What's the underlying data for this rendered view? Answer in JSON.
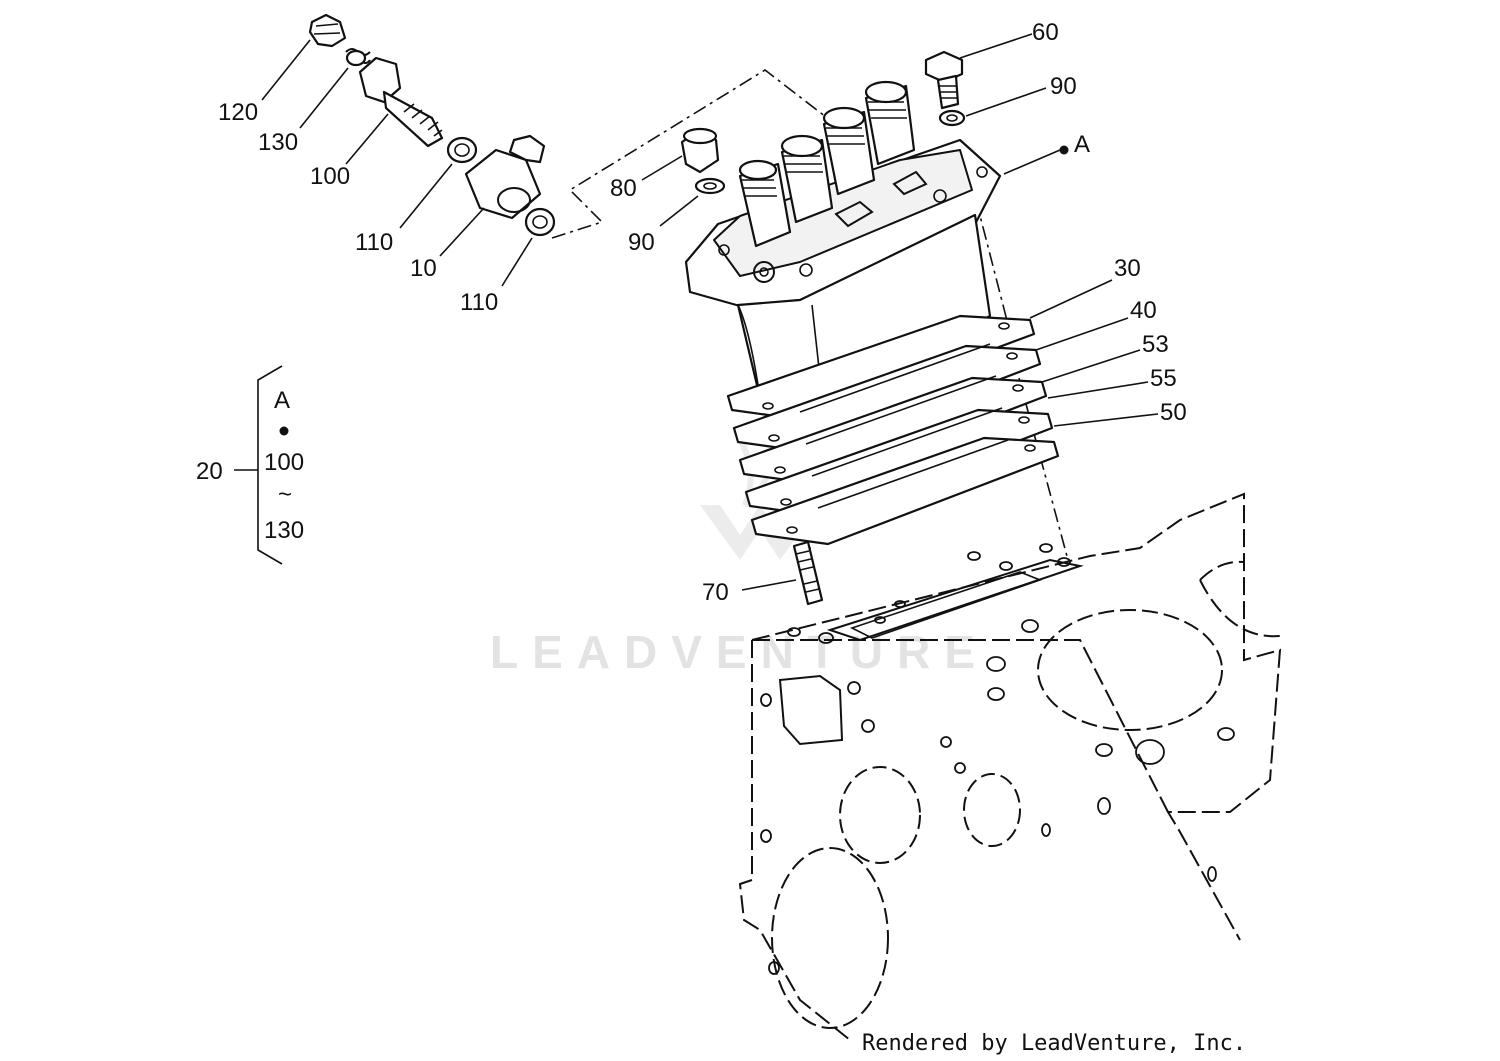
{
  "watermark": "LEADVENTURE",
  "footer_text": "Rendered by LeadVenture, Inc.",
  "callouts": {
    "c120": "120",
    "c130": "130",
    "c100": "100",
    "c110a": "110",
    "c10": "10",
    "c110b": "110",
    "c80": "80",
    "c90a": "90",
    "c60": "60",
    "c90b": "90",
    "cA": "A",
    "c30": "30",
    "c40": "40",
    "c53": "53",
    "c55": "55",
    "c50": "50",
    "c70": "70"
  },
  "kit": {
    "number": "20",
    "line1": "A",
    "line2": "100",
    "line3": "~",
    "line4": "130"
  }
}
